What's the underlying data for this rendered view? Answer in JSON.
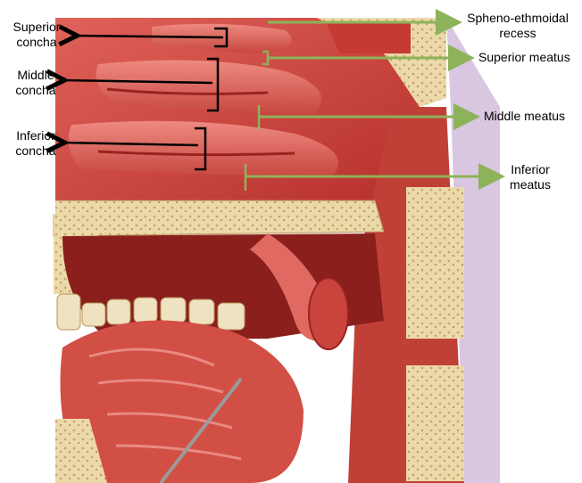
{
  "labels": {
    "superior_concha": "Superior\nconcha",
    "middle_concha": "Middle\nconcha",
    "inferior_concha": "Inferior\nconcha",
    "spheno_ethmoidal_recess": "Spheno-ethmoidal\nrecess",
    "superior_meatus": "Superior meatus",
    "middle_meatus": "Middle meatus",
    "inferior_meatus": "Inferior\nmeatus"
  },
  "colors": {
    "concha_arrow": "#000000",
    "meatus_arrow": "#8db35a",
    "tissue_red": "#c63a34",
    "tissue_light": "#e0625a",
    "bone": "#e9d6a8",
    "bone_dark": "#c9a86a",
    "tooth": "#efe2c0",
    "background": "#ffffff"
  },
  "icons": {
    "concha_pointer": "arrow-left-icon",
    "meatus_pointer": "arrow-right-icon"
  }
}
